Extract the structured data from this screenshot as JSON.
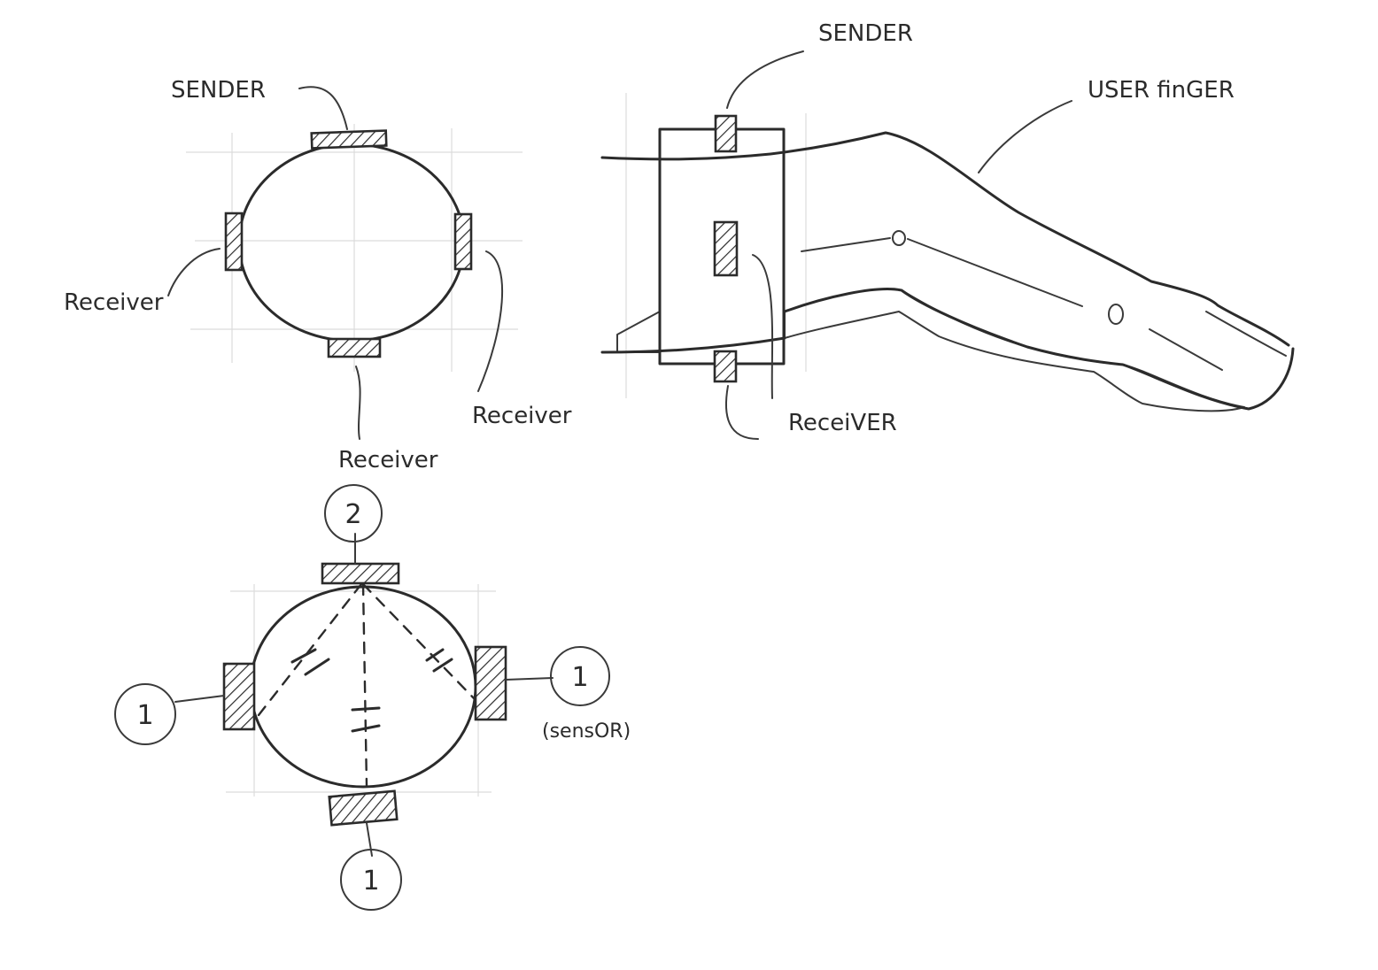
{
  "colors": {
    "ink": "#2b2b2b",
    "paper": "#ffffff",
    "guide": "#dcdcdc"
  },
  "top_left_view": {
    "sender_label": "SENDER",
    "receiver_left_label": "Receiver",
    "receiver_right_label": "Receiver",
    "receiver_bottom_label": "Receiver"
  },
  "side_view": {
    "sender_label": "SENDER",
    "receiver_label": "ReceiVER",
    "finger_label": "USER finGER"
  },
  "bottom_view": {
    "top_number": "2",
    "left_number": "1",
    "right_number": "1",
    "bottom_number": "1",
    "sensor_label": "(sensOR)"
  }
}
